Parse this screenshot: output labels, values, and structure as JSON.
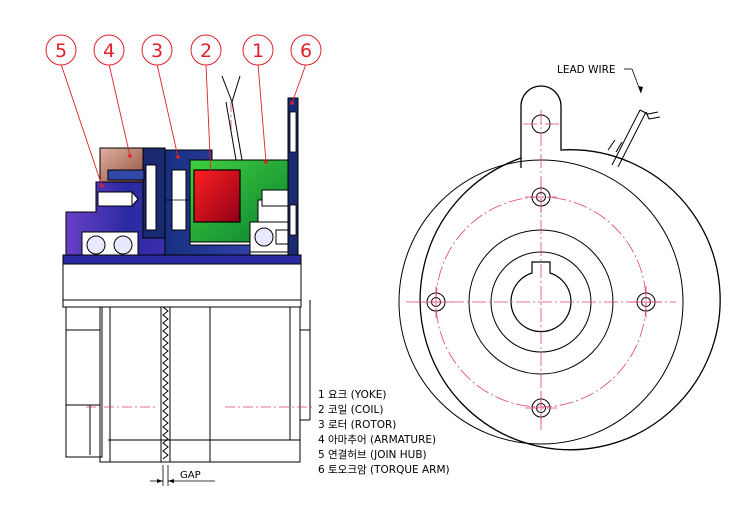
{
  "callouts": [
    {
      "num": "5"
    },
    {
      "num": "4"
    },
    {
      "num": "3"
    },
    {
      "num": "2"
    },
    {
      "num": "1"
    },
    {
      "num": "6"
    }
  ],
  "lead_wire": "LEAD WIRE",
  "gap_label": "GAP",
  "legend": [
    "1 요크 (YOKE)",
    "2 코일 (COIL)",
    "3 로터 (ROTOR)",
    "4 아마추어 (ARMATURE)",
    "5 연결허브 (JOIN HUB)",
    "6 토오크암 (TORQUE ARM)"
  ],
  "colors": {
    "callout": "#e0202a",
    "hub": "#3b2fb0",
    "armature": "#c89080",
    "yoke": "#1aa84a",
    "coil": "#d01020",
    "outline": "#000000",
    "center_line": "#e0407a"
  }
}
